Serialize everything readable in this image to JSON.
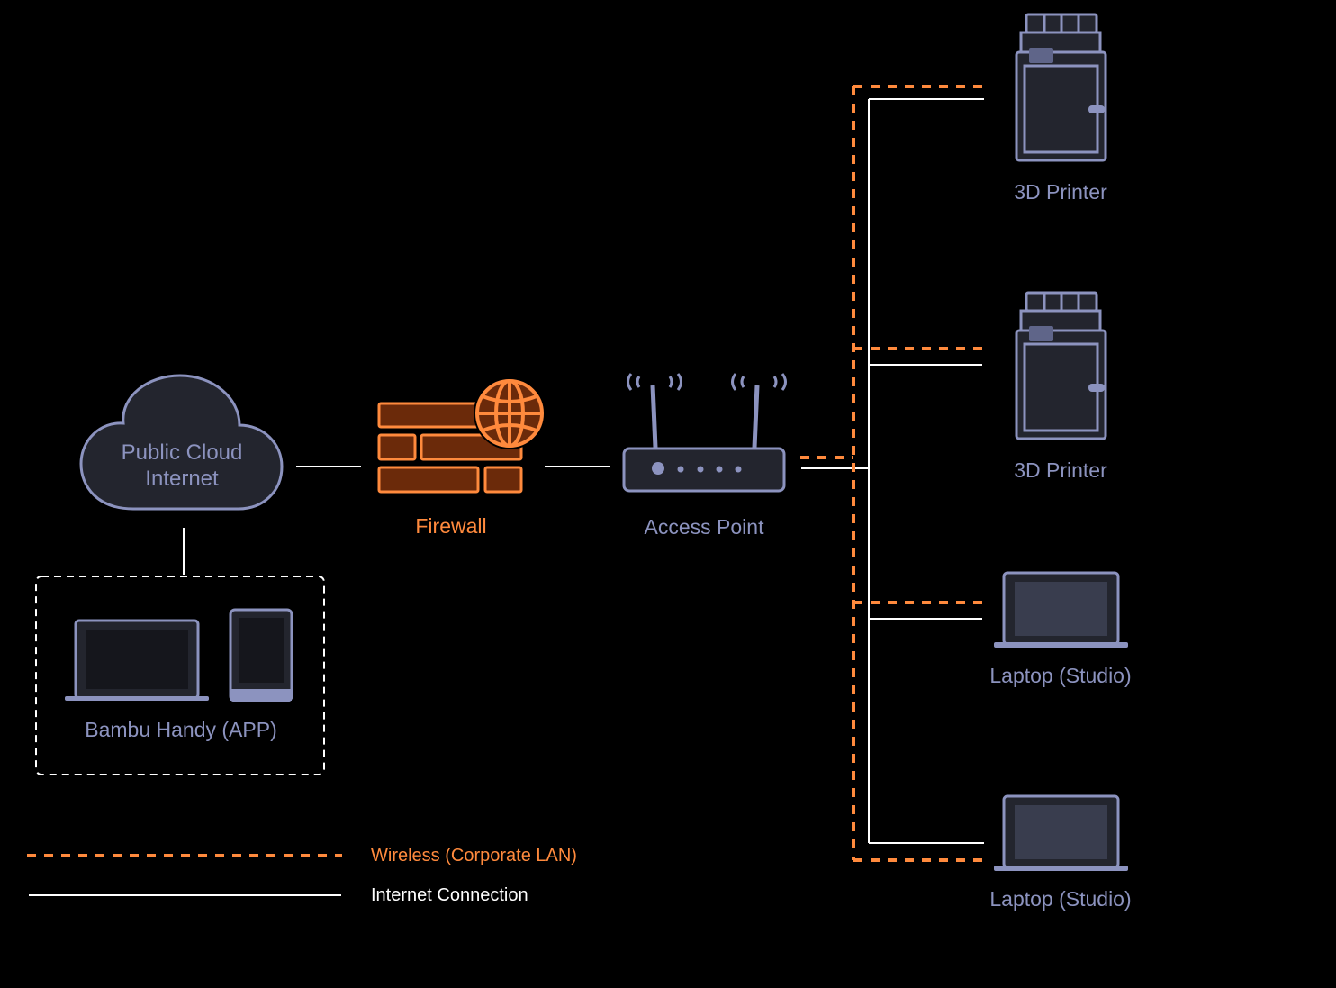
{
  "colors": {
    "background": "#000000",
    "device_outline": "#8c93bf",
    "device_fill": "#23252e",
    "wireless": "#ff8a3d",
    "firewall_fill": "#6b2a0a",
    "wired": "#ffffff"
  },
  "nodes": {
    "cloud": {
      "line1": "Public Cloud",
      "line2": "Internet",
      "icon": "cloud-icon"
    },
    "firewall": {
      "label": "Firewall",
      "icon": "firewall-globe-icon"
    },
    "access_point": {
      "label": "Access Point",
      "icon": "router-icon"
    },
    "app_group": {
      "label": "Bambu Handy (APP)",
      "icons": [
        "laptop-icon",
        "phone-icon"
      ]
    },
    "devices": [
      {
        "label": "3D Printer",
        "icon": "printer-icon"
      },
      {
        "label": "3D Printer",
        "icon": "printer-icon"
      },
      {
        "label": "Laptop (Studio)",
        "icon": "laptop-icon"
      },
      {
        "label": "Laptop (Studio)",
        "icon": "laptop-icon"
      }
    ]
  },
  "legend": [
    {
      "label": "Wireless (Corporate LAN)",
      "style": "dashed",
      "color": "#ff8a3d"
    },
    {
      "label": "Internet Connection",
      "style": "solid",
      "color": "#ffffff"
    }
  ]
}
